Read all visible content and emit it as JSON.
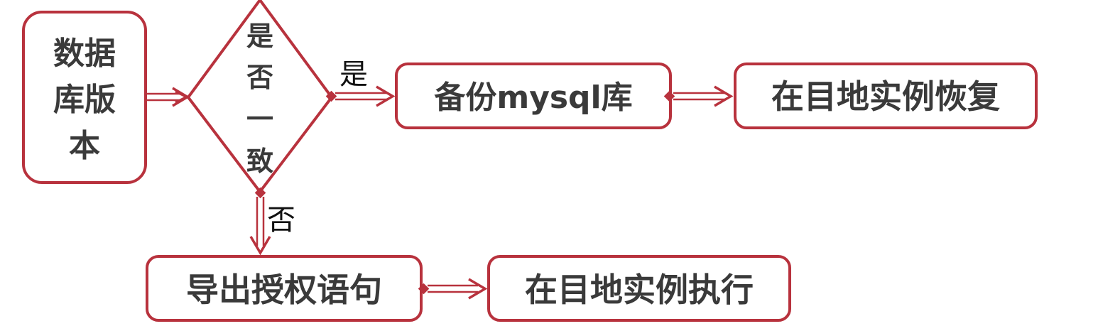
{
  "colors": {
    "border": "#b8323d",
    "box_fill": "#ffffff",
    "box_text": "#3a3a3a",
    "edge_label": "#111111"
  },
  "nodes": {
    "db_version": {
      "lines": [
        "数据",
        "库版",
        "本"
      ]
    },
    "decision": {
      "lines": [
        "是",
        "否",
        "一",
        "致"
      ]
    },
    "backup_mysql": {
      "label": "备份mysql库"
    },
    "restore_target": {
      "label": "在目地实例恢复"
    },
    "export_grants": {
      "label": "导出授权语句"
    },
    "execute_target": {
      "label": "在目地实例执行"
    }
  },
  "edges": {
    "yes_label": "是",
    "no_label": "否"
  }
}
